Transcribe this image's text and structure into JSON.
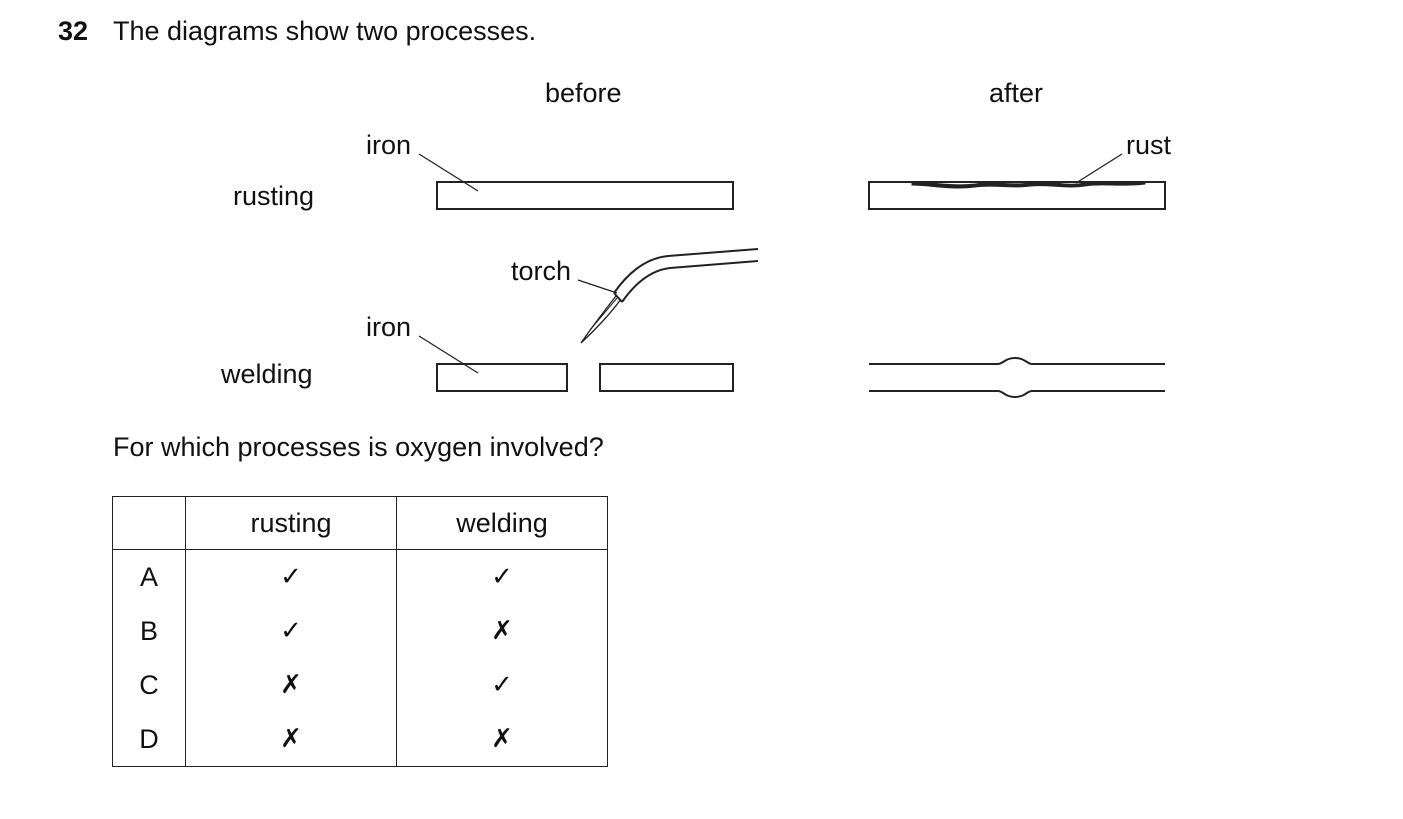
{
  "question": {
    "number": "32",
    "text": "The diagrams show two processes."
  },
  "diagram": {
    "col_before": "before",
    "col_after": "after",
    "row_rusting": "rusting",
    "row_welding": "welding",
    "label_iron_1": "iron",
    "label_iron_2": "iron",
    "label_torch": "torch",
    "label_rust": "rust"
  },
  "prompt": "For which processes is oxygen involved?",
  "table": {
    "headers": [
      "",
      "rusting",
      "welding"
    ],
    "rows": [
      {
        "key": "A",
        "rusting": "✓",
        "welding": "✓"
      },
      {
        "key": "B",
        "rusting": "✓",
        "welding": "✗"
      },
      {
        "key": "C",
        "rusting": "✗",
        "welding": "✓"
      },
      {
        "key": "D",
        "rusting": "✗",
        "welding": "✗"
      }
    ]
  }
}
